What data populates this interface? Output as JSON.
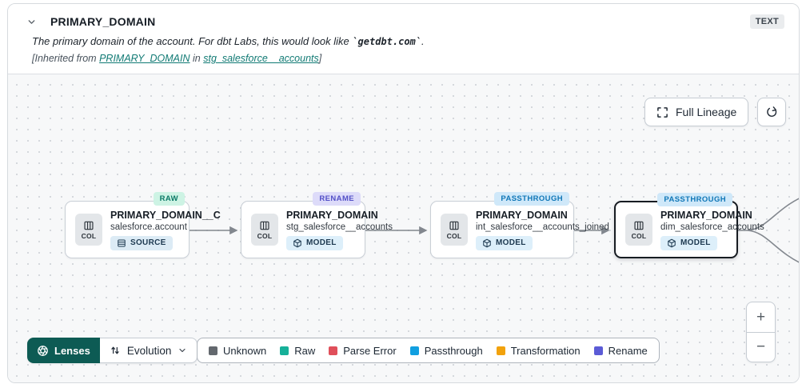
{
  "header": {
    "title": "PRIMARY_DOMAIN",
    "type_badge": "TEXT",
    "description_prefix": "The primary domain of the account. For dbt Labs, this would look like ",
    "description_code": "`getdbt.com`",
    "description_suffix": ".",
    "inherited": {
      "prefix": "[Inherited from ",
      "column_link": "PRIMARY_DOMAIN",
      "middle": " in ",
      "model_link": "stg_salesforce__accounts",
      "suffix": "]"
    }
  },
  "toolbar": {
    "full_lineage_label": "Full Lineage"
  },
  "node_common": {
    "col_label": "COL"
  },
  "nodes": [
    {
      "title": "PRIMARY_DOMAIN__C",
      "subtitle": "salesforce.account",
      "resource": "SOURCE",
      "badge": "RAW",
      "badge_bg": "#cdf3e4",
      "badge_color": "#0c7a67",
      "selected": false
    },
    {
      "title": "PRIMARY_DOMAIN",
      "subtitle": "stg_salesforce__accounts",
      "resource": "MODEL",
      "badge": "RENAME",
      "badge_bg": "#dddbf9",
      "badge_color": "#5350c7",
      "selected": false
    },
    {
      "title": "PRIMARY_DOMAIN",
      "subtitle": "int_salesforce__accounts_joined",
      "resource": "MODEL",
      "badge": "PASSTHROUGH",
      "badge_bg": "#cfe8f9",
      "badge_color": "#1077b7",
      "selected": false
    },
    {
      "title": "PRIMARY_DOMAIN",
      "subtitle": "dim_salesforce_accounts",
      "resource": "MODEL",
      "badge": "PASSTHROUGH",
      "badge_bg": "#cfe8f9",
      "badge_color": "#1077b7",
      "selected": true
    }
  ],
  "controls": {
    "lenses_label": "Lenses",
    "lens_selected": "Evolution",
    "zoom_in": "+",
    "zoom_out": "−"
  },
  "legend": [
    {
      "label": "Unknown",
      "color": "#63686e"
    },
    {
      "label": "Raw",
      "color": "#16b099"
    },
    {
      "label": "Parse Error",
      "color": "#e04f5a"
    },
    {
      "label": "Passthrough",
      "color": "#119fe0"
    },
    {
      "label": "Transformation",
      "color": "#f2a20d"
    },
    {
      "label": "Rename",
      "color": "#5b5bd6"
    }
  ],
  "edge_color": "#82878e"
}
